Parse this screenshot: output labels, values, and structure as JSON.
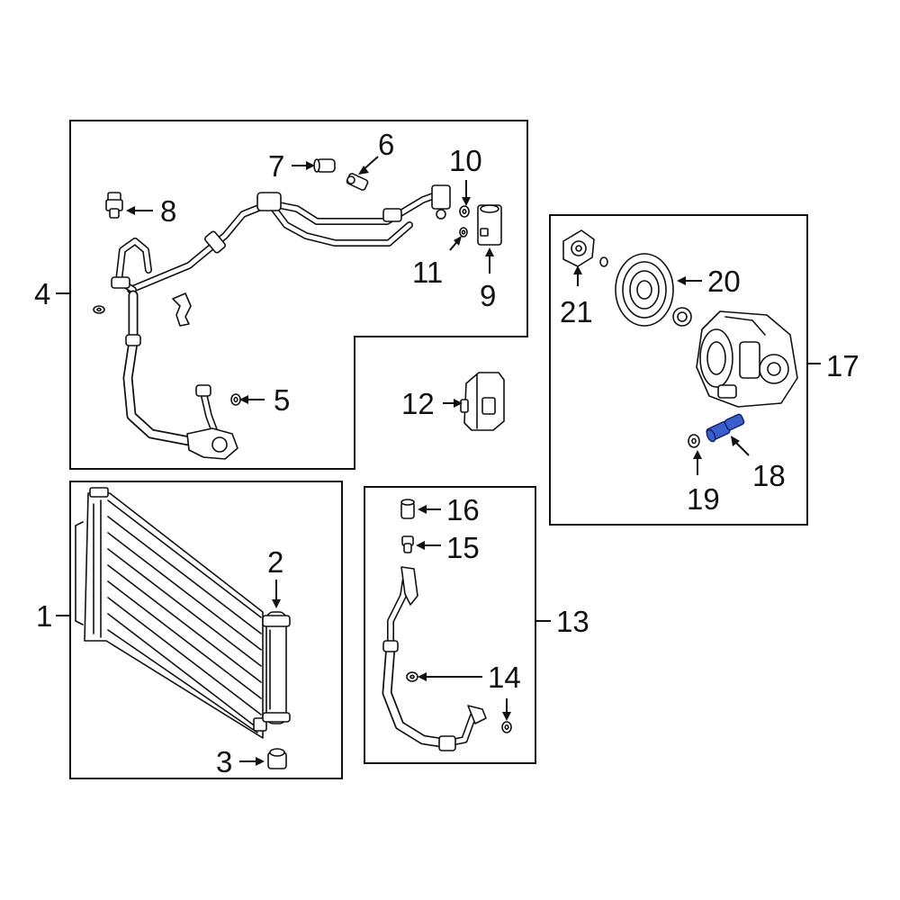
{
  "diagram": {
    "callouts": {
      "c1": "1",
      "c2": "2",
      "c3": "3",
      "c4": "4",
      "c5": "5",
      "c6": "6",
      "c7": "7",
      "c8": "8",
      "c9": "9",
      "c10": "10",
      "c11": "11",
      "c12": "12",
      "c13": "13",
      "c14": "14",
      "c15": "15",
      "c16": "16",
      "c17": "17",
      "c18": "18",
      "c19": "19",
      "c20": "20",
      "c21": "21"
    },
    "highlighted_part": "18",
    "colors": {
      "line": "#111111",
      "background": "#ffffff",
      "highlight": "#3a5fcd"
    }
  }
}
